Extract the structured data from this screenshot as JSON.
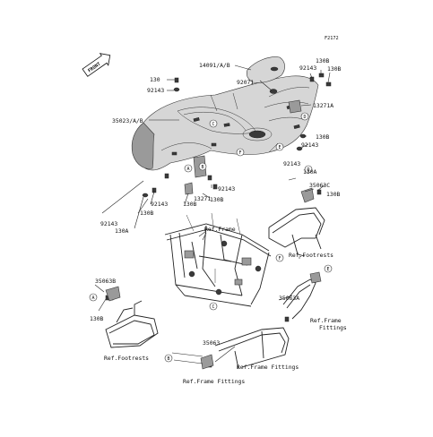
{
  "figure_id": "F2172",
  "logo": "FRONT",
  "parts": {
    "p130_top": "130",
    "p92143_top": "92143",
    "p14091": "14091/A/B",
    "p92071": "92071",
    "p92143_r1": "92143",
    "p130B_r1": "130B",
    "p130B_r2": "130B",
    "p13271A": "13271A",
    "p35023": "35023/A/B",
    "p130B_mid": "130B",
    "p92143_mid": "92143",
    "p92143_r2": "92143",
    "p130A_r": "130A",
    "p13271": "13271",
    "p130B_c1": "130B",
    "p92143_c": "92143",
    "p130B_c2": "130B",
    "p130B_c3": "130B",
    "p92143_l": "92143",
    "p130A_l": "130A",
    "p35063C": "35063C",
    "p130B_rr": "130B",
    "p35063B": "35063B",
    "p130B_ll": "130B",
    "p35063A": "35063A",
    "p35063": "35063"
  },
  "refs": {
    "ref_frame_top": "Ref.Frame",
    "ref_footrests_r": "Ref.Footrests",
    "ref_frame_fittings_r1": "Ref.Frame",
    "ref_frame_fittings_r2": "Fittings",
    "ref_footrests_l": "Ref.Footrests",
    "ref_frame_fittings_b": "Ref.Frame Fittings",
    "ref_frame_fittings_bl": "Ref.Frame Fittings"
  },
  "callouts": {
    "a1": "A",
    "b1": "B",
    "c1": "C",
    "d1": "D",
    "e1": "E",
    "f1": "F",
    "a2": "A",
    "b2": "B",
    "c2": "C",
    "d2": "D",
    "e2": "E",
    "f2": "F"
  }
}
